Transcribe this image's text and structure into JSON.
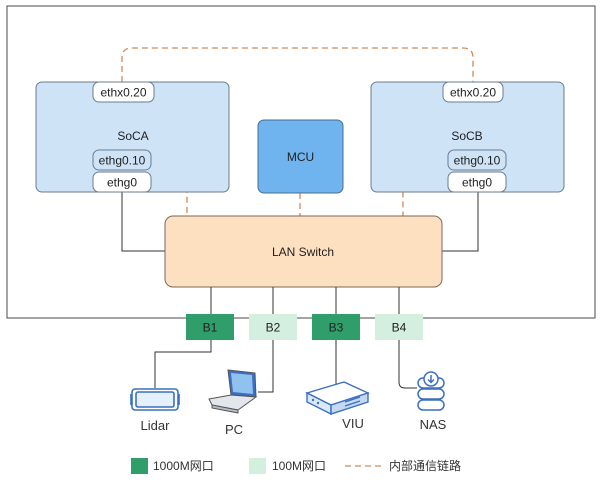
{
  "colors": {
    "outer_border": "#4a4a4a",
    "soc_fill": "#cfe3f7",
    "soc_border": "#6b7c8f",
    "mcu_fill": "#6fb4ef",
    "switch_fill": "#fde0bf",
    "switch_border": "#7a6a5a",
    "port_1000m": "#2f9e6b",
    "port_100m": "#d4efdf",
    "internal_link": "#cc8a5a",
    "wire": "#333333",
    "device_icon": "#3a6fc2"
  },
  "nodes": {
    "soca": {
      "title": "SoCA",
      "port_top": "ethx0.20",
      "port_mid": "ethg0.10",
      "port_bottom": "ethg0"
    },
    "socb": {
      "title": "SoCB",
      "port_top": "ethx0.20",
      "port_mid": "ethg0.10",
      "port_bottom": "ethg0"
    },
    "mcu": {
      "title": "MCU"
    },
    "lan_switch": {
      "title": "LAN Switch"
    }
  },
  "ports": [
    {
      "label": "B1",
      "speed": "1000M"
    },
    {
      "label": "B2",
      "speed": "100M"
    },
    {
      "label": "B3",
      "speed": "1000M"
    },
    {
      "label": "B4",
      "speed": "100M"
    }
  ],
  "devices": [
    {
      "label": "Lidar",
      "icon": "lidar-icon"
    },
    {
      "label": "PC",
      "icon": "laptop-icon"
    },
    {
      "label": "VIU",
      "icon": "viu-icon"
    },
    {
      "label": "NAS",
      "icon": "nas-icon"
    }
  ],
  "legend": {
    "item_1000m": "1000M网口",
    "item_100m": "100M网口",
    "item_internal": "内部通信链路"
  }
}
